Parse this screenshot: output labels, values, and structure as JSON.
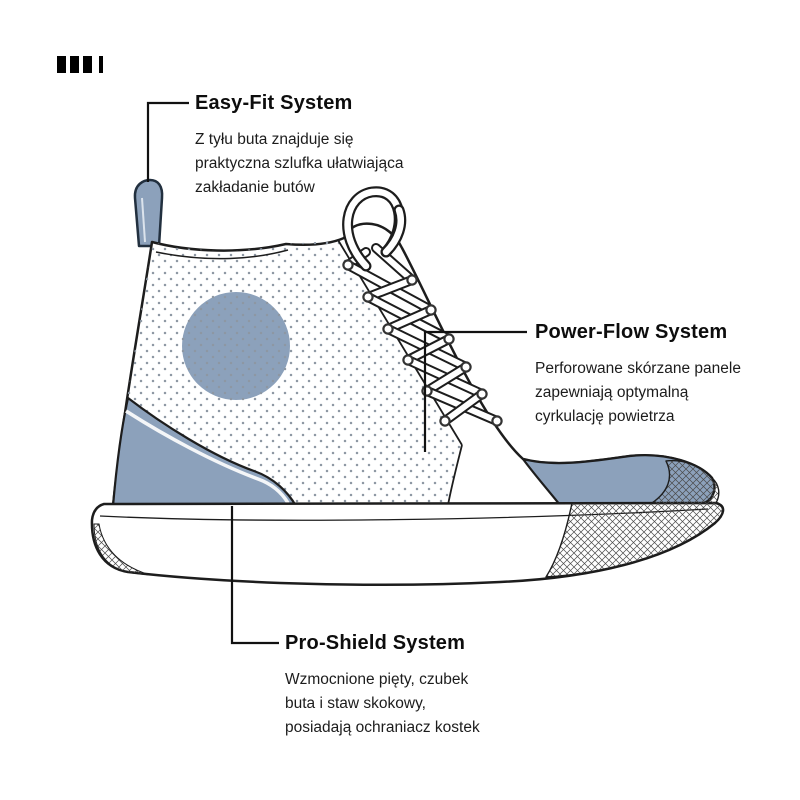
{
  "colors": {
    "accent": "#8CA1BB",
    "outline": "#1d1d1d",
    "text": "#111111",
    "background": "#ffffff"
  },
  "logo_icon": "four-bar-brand-mark",
  "illustration": "high-top-sneaker-technical-drawing",
  "callouts": [
    {
      "id": "easy-fit",
      "title": "Easy-Fit System",
      "body": "Z tyłu buta znajduje się\npraktyczna szlufka ułatwiająca\nzakładanie butów"
    },
    {
      "id": "power-flow",
      "title": "Power-Flow System",
      "body": "Perforowane skórzane panele\nzapewniają optymalną\ncyrkulację powietrza"
    },
    {
      "id": "pro-shield",
      "title": "Pro-Shield System",
      "body": "Wzmocnione pięty, czubek\nbuta i staw skokowy,\nposiadają ochraniacz kostek"
    }
  ]
}
